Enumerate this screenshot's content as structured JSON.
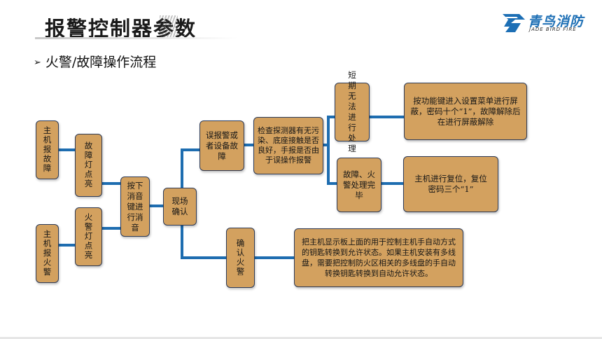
{
  "header": {
    "title": "报警控制器参数",
    "subtitle": "火警/故障操作流程",
    "subtitle_marker": "➢"
  },
  "logo": {
    "name": "青鸟消防",
    "sub": "JADE BIRD FIRE",
    "color": "#1d6fb5"
  },
  "colors": {
    "node_fill": "#d3a15f",
    "node_border": "#2e3b57",
    "connector": "#1e6db0"
  },
  "flow": {
    "host_fault": "主机报故障",
    "fault_light": "故障灯点亮",
    "host_fire": "主机报火警",
    "fire_light": "火警灯点亮",
    "press_silence": "按下消音键进行消音",
    "onsite_confirm": "现场确认",
    "false_alarm": "误报警或者设备故障",
    "check_detector": "检查探测器有无污染、底座接触是否良好，手报是否由于误操作报警",
    "short_term": "短期无法进行处理",
    "shield_action": "按功能键进入设置菜单进行屏蔽，密码十个“1”，故障解除后在进行屏蔽解除",
    "fault_done": "故障、火警处理完毕",
    "reset_action": "主机进行复位，复位密码三个“1”",
    "confirm_fire": "确认火警",
    "fire_action": "把主机显示板上面的用于控制主机手自动方式的钥匙转换到允许状态。如果主机安装有多线盘，需要把控制防火区相关的多线盘的手自动转换钥匙转换到自动允许状态。"
  }
}
